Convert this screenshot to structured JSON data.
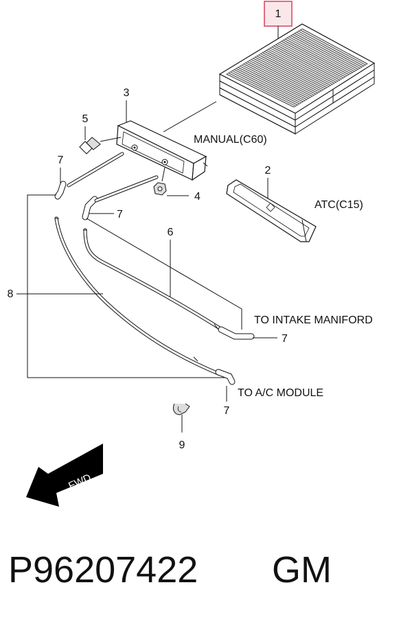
{
  "callouts": {
    "c1": "1",
    "c2": "2",
    "c3": "3",
    "c4": "4",
    "c5": "5",
    "c6": "6",
    "c7a": "7",
    "c7b": "7",
    "c7c": "7",
    "c7d": "7",
    "c8": "8",
    "c9": "9"
  },
  "labels": {
    "manual": "MANUAL(C60)",
    "atc": "ATC(C15)",
    "to_intake": "TO INTAKE MANIFORD",
    "to_ac": "TO A/C MODULE",
    "fwd": "FWD"
  },
  "footer": {
    "part_number": "P96207422",
    "brand": "GM"
  },
  "colors": {
    "callout_box_border": "#d6425c",
    "callout_box_fill": "#fbe7ea",
    "ink": "#111111"
  }
}
